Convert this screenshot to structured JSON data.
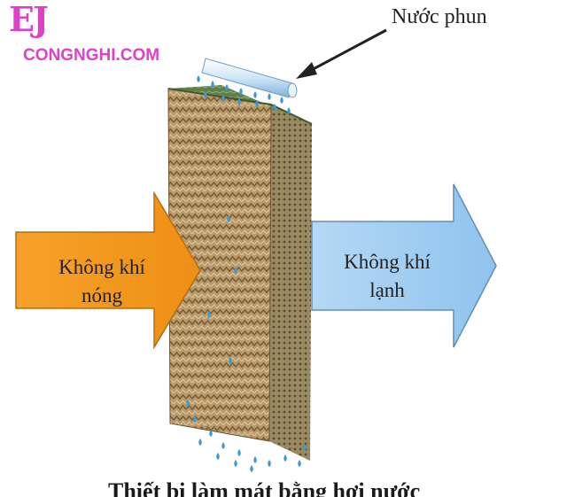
{
  "logo": {
    "mark": "EJ",
    "site": "CONGNGHI.COM",
    "color": "#e040c8"
  },
  "labels": {
    "spray": "Nước phun",
    "hot_air_line1": "Không khí",
    "hot_air_line2": "nóng",
    "cold_air_line1": "Không khí",
    "cold_air_line2": "lạnh"
  },
  "caption": "Thiết bị làm mát bằng hơi nước",
  "colors": {
    "hot_arrow": "#f39a1e",
    "cold_arrow": "#9cc9ef",
    "pad_front": "#b99a6a",
    "pad_side": "#8a7a55",
    "pad_top": "#5f7f4a",
    "water": "#3a9ad8",
    "pipe": "#cfe6f7"
  },
  "icons": {
    "spray_pipe": "water-pipe-icon",
    "droplet": "water-droplet-icon",
    "pointer": "arrow-pointer-icon"
  }
}
